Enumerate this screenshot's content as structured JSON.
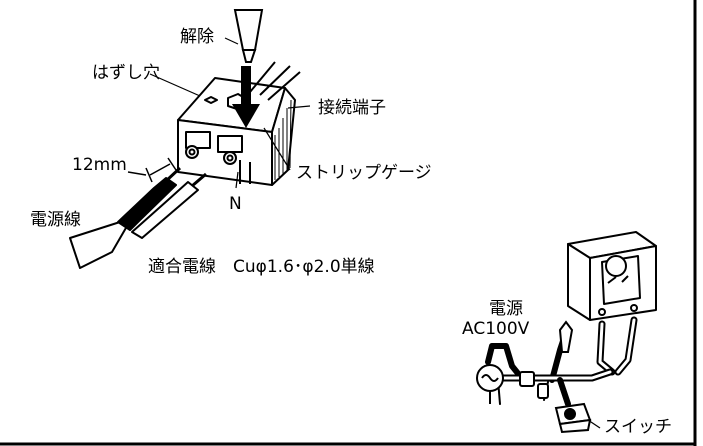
{
  "labels": {
    "release": "解除",
    "release_hole": "はずし穴",
    "terminal": "接続端子",
    "strip_gauge": "ストリップゲージ",
    "n_mark": "N",
    "strip_length": "12mm",
    "power_wire": "電源線",
    "wire_spec": "適合電線　Cuφ1.6･φ2.0単線",
    "power_source": "電源",
    "ac_voltage": "AC100V",
    "switch": "スイッチ"
  },
  "colors": {
    "line": "#000000",
    "background": "#ffffff"
  },
  "icons": [
    "screwdriver-icon",
    "arrow-down-icon",
    "outlet-icon",
    "ac-source-icon",
    "switch-icon"
  ]
}
